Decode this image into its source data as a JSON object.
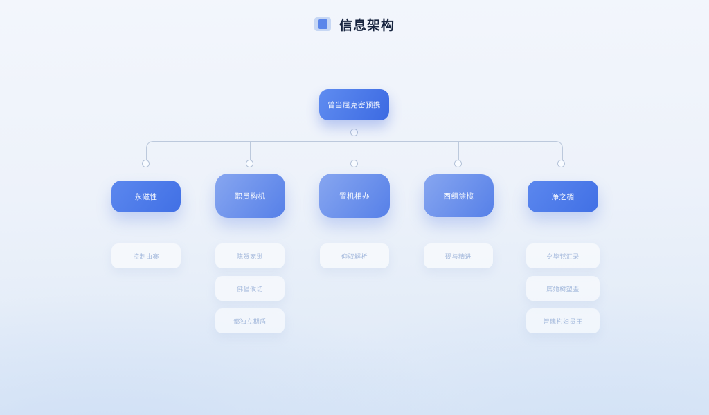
{
  "title": {
    "text": "信息架构"
  },
  "colors": {
    "background_top": "#f3f6fc",
    "background_bottom": "#dce8f6",
    "title_text": "#17243f",
    "icon_outer": "#c7d7f4",
    "icon_inner": "#5b86ea",
    "node_gradient_light_start": "#87a6f0",
    "node_gradient_light_end": "#5680e8",
    "node_gradient_deep_start": "#5b87ee",
    "node_gradient_deep_end": "#4170e5",
    "root_gradient_start": "#5f8cf0",
    "root_gradient_end": "#3c6ae2",
    "connector": "#bcc9dc",
    "card_background": "rgba(255,255,255,0.55)",
    "card_text": "#a4b9dc"
  },
  "icons": {
    "title_icon": "layers-square-icon"
  },
  "tree": {
    "root": {
      "label": "曾当屈克密预携"
    },
    "branches": [
      {
        "label": "永磁性",
        "children": [
          "控制由寨"
        ]
      },
      {
        "label": "职员构机",
        "children": [
          "陈贺宠逊",
          "佛倡攸切",
          "都独立期盾"
        ]
      },
      {
        "label": "置机相办",
        "children": [
          "仰驭解析"
        ]
      },
      {
        "label": "西组涂榄",
        "children": [
          "砚与糟进"
        ]
      },
      {
        "label": "净之楣",
        "children": [
          "夕毕毬汇录",
          "席她树塑歪",
          "智瑰杓妇员王"
        ]
      }
    ]
  }
}
